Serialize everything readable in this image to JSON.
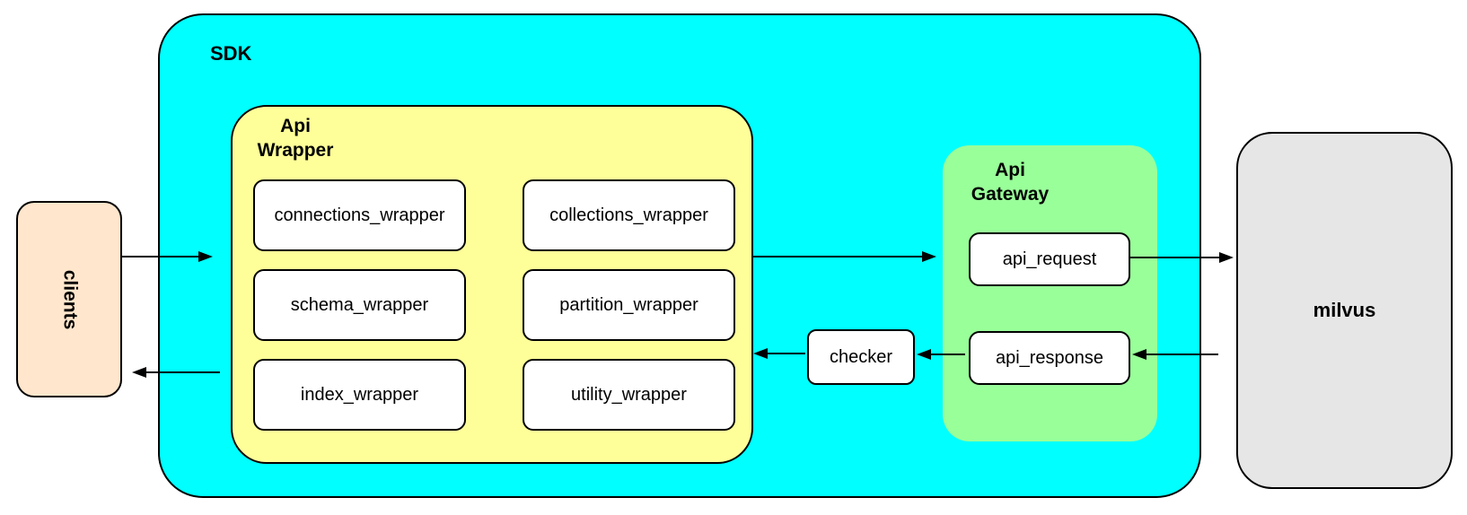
{
  "diagram": {
    "clients": {
      "label": "clients"
    },
    "sdk": {
      "label": "SDK"
    },
    "api_wrapper": {
      "label": "Api\nWrapper",
      "boxes": [
        "connections_wrapper",
        "collections_wrapper",
        "schema_wrapper",
        "partition_wrapper",
        "index_wrapper",
        "utility_wrapper"
      ]
    },
    "checker": {
      "label": "checker"
    },
    "api_gateway": {
      "label": "Api\nGateway",
      "request": "api_request",
      "response": "api_response"
    },
    "milvus": {
      "label": "milvus"
    },
    "edges": [
      {
        "from": "clients",
        "to": "sdk"
      },
      {
        "from": "sdk",
        "to": "clients"
      },
      {
        "from": "api_wrapper",
        "to": "api_gateway"
      },
      {
        "from": "api_request",
        "to": "milvus"
      },
      {
        "from": "milvus",
        "to": "api_response"
      },
      {
        "from": "api_response",
        "to": "checker"
      },
      {
        "from": "checker",
        "to": "api_wrapper"
      }
    ],
    "colors": {
      "sdk_fill": "#00FFFF",
      "api_wrapper_fill": "#FFFF99",
      "api_gateway_fill": "#99FF99",
      "clients_fill": "#FFE6CC",
      "milvus_fill": "#E6E6E6",
      "process_box_fill": "#FFFFFF",
      "border": "#000000",
      "arrow": "#000000"
    }
  }
}
